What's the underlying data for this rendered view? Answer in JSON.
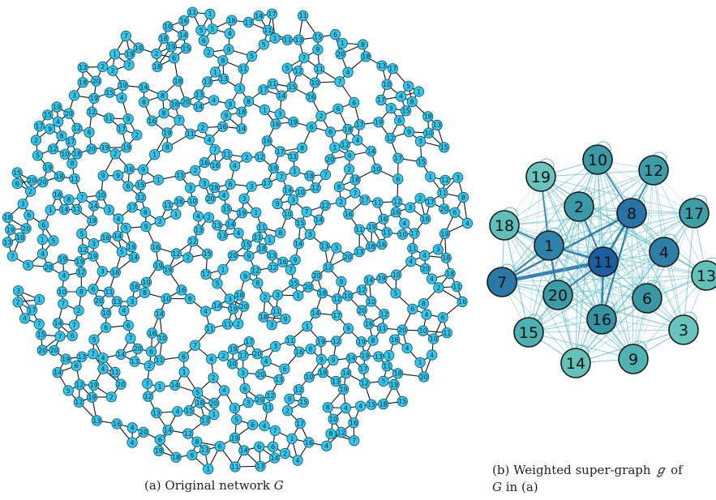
{
  "panel_a": {
    "caption_prefix": "(a) Original network ",
    "caption_symbol": "G",
    "node_fill": "#2fc8ec",
    "node_stroke": "#0b4f66",
    "edge_color": "#111111",
    "labels_pool": [
      "1",
      "2",
      "3",
      "4",
      "5",
      "6",
      "7",
      "8",
      "9",
      "10",
      "11",
      "12",
      "13",
      "14",
      "15",
      "16",
      "17",
      "18",
      "19",
      "20"
    ]
  },
  "panel_b": {
    "caption_prefix": "(b) Weighted super-graph ",
    "caption_symbol": "ℊ",
    "caption_mid": " of",
    "caption_line2_symbol": "G",
    "caption_line2_suffix": " in (a)",
    "edge_color": "#5fbfc7",
    "edge_color_strong": "#1a6fa8",
    "nodes": [
      {
        "label": "10",
        "shade": "#3a9aa6"
      },
      {
        "label": "12",
        "shade": "#3b9fa9"
      },
      {
        "label": "17",
        "shade": "#3d9ea8"
      },
      {
        "label": "13",
        "shade": "#61c2bb"
      },
      {
        "label": "4",
        "shade": "#2e7fa8"
      },
      {
        "label": "6",
        "shade": "#3a98a6"
      },
      {
        "label": "3",
        "shade": "#66c6bd"
      },
      {
        "label": "9",
        "shade": "#4fb3b3"
      },
      {
        "label": "14",
        "shade": "#63c3ba"
      },
      {
        "label": "15",
        "shade": "#4eb1b1"
      },
      {
        "label": "7",
        "shade": "#2a78a5"
      },
      {
        "label": "18",
        "shade": "#5cbfb8"
      },
      {
        "label": "19",
        "shade": "#66c6bd"
      },
      {
        "label": "2",
        "shade": "#3b9aa7"
      },
      {
        "label": "8",
        "shade": "#2a73a6"
      },
      {
        "label": "1",
        "shade": "#2e82aa"
      },
      {
        "label": "11",
        "shade": "#1b5f9e"
      },
      {
        "label": "20",
        "shade": "#3a9ca6"
      },
      {
        "label": "16",
        "shade": "#3593a6"
      }
    ]
  }
}
